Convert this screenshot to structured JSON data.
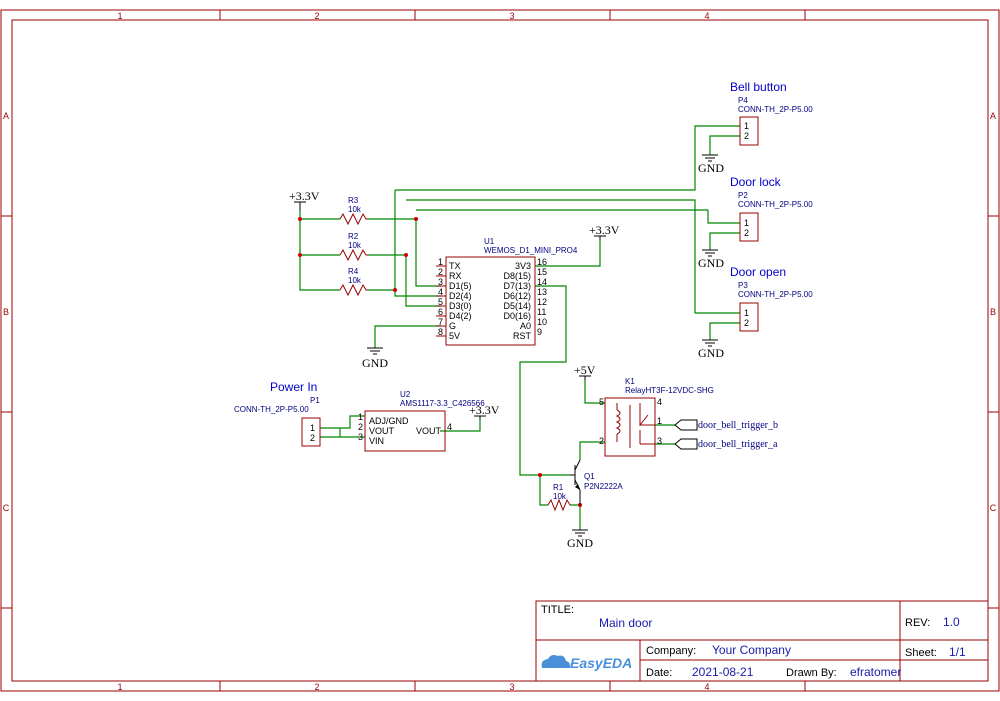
{
  "grid": {
    "columns": [
      "1",
      "2",
      "3",
      "4"
    ],
    "rows": [
      "A",
      "B",
      "C"
    ]
  },
  "connectors": {
    "p4": {
      "title": "Bell button",
      "ref": "P4",
      "value": "CONN-TH_2P-P5.00",
      "pin1": "1",
      "pin2": "2"
    },
    "p2": {
      "title": "Door lock",
      "ref": "P2",
      "value": "CONN-TH_2P-P5.00",
      "pin1": "1",
      "pin2": "2"
    },
    "p3": {
      "title": "Door open",
      "ref": "P3",
      "value": "CONN-TH_2P-P5.00",
      "pin1": "1",
      "pin2": "2"
    },
    "p1": {
      "title": "Power In",
      "ref": "P1",
      "value": "CONN-TH_2P-P5.00",
      "pin1": "1",
      "pin2": "2"
    }
  },
  "resistors": {
    "r3": {
      "ref": "R3",
      "value": "10k"
    },
    "r2": {
      "ref": "R2",
      "value": "10k"
    },
    "r4": {
      "ref": "R4",
      "value": "10k"
    },
    "r1": {
      "ref": "R1",
      "value": "10k"
    }
  },
  "u1": {
    "ref": "U1",
    "value": "WEMOS_D1_MINI_PRO4",
    "left_pins": [
      {
        "num": "1",
        "name": "TX"
      },
      {
        "num": "2",
        "name": "RX"
      },
      {
        "num": "3",
        "name": "D1(5)"
      },
      {
        "num": "4",
        "name": "D2(4)"
      },
      {
        "num": "5",
        "name": "D3(0)"
      },
      {
        "num": "6",
        "name": "D4(2)"
      },
      {
        "num": "7",
        "name": "G"
      },
      {
        "num": "8",
        "name": "5V"
      }
    ],
    "right_pins": [
      {
        "num": "16",
        "name": "3V3"
      },
      {
        "num": "15",
        "name": "D8(15)"
      },
      {
        "num": "14",
        "name": "D7(13)"
      },
      {
        "num": "13",
        "name": "D6(12)"
      },
      {
        "num": "12",
        "name": "D5(14)"
      },
      {
        "num": "11",
        "name": "D0(16)"
      },
      {
        "num": "10",
        "name": "A0"
      },
      {
        "num": "9",
        "name": "RST"
      }
    ]
  },
  "u2": {
    "ref": "U2",
    "value": "AMS1117-3.3_C426566",
    "pins": [
      {
        "num": "1",
        "name": "ADJ/GND"
      },
      {
        "num": "2",
        "name": "VOUT"
      },
      {
        "num": "3",
        "name": "VIN"
      },
      {
        "num": "4",
        "name": "VOUT"
      }
    ]
  },
  "q1": {
    "ref": "Q1",
    "value": "P2N2222A"
  },
  "k1": {
    "ref": "K1",
    "value": "RelayHT3F-12VDC-SHG",
    "pins": [
      "5",
      "4",
      "1",
      "2",
      "3"
    ]
  },
  "power": {
    "v33": "+3.3V",
    "v5": "+5V",
    "gnd": "GND"
  },
  "nets": {
    "trigger_b": "door_bell_trigger_b",
    "trigger_a": "door_bell_trigger_a"
  },
  "title_block": {
    "title_label": "TITLE:",
    "title": "Main door",
    "rev_label": "REV:",
    "rev": "1.0",
    "company_label": "Company:",
    "company": "Your Company",
    "sheet_label": "Sheet:",
    "sheet": "1/1",
    "date_label": "Date:",
    "date": "2021-08-21",
    "drawn_label": "Drawn By:",
    "drawn": "efratomer",
    "logo": "EasyEDA"
  },
  "colors": {
    "frame": "#990000",
    "wire": "#008800",
    "text": "#000080"
  }
}
